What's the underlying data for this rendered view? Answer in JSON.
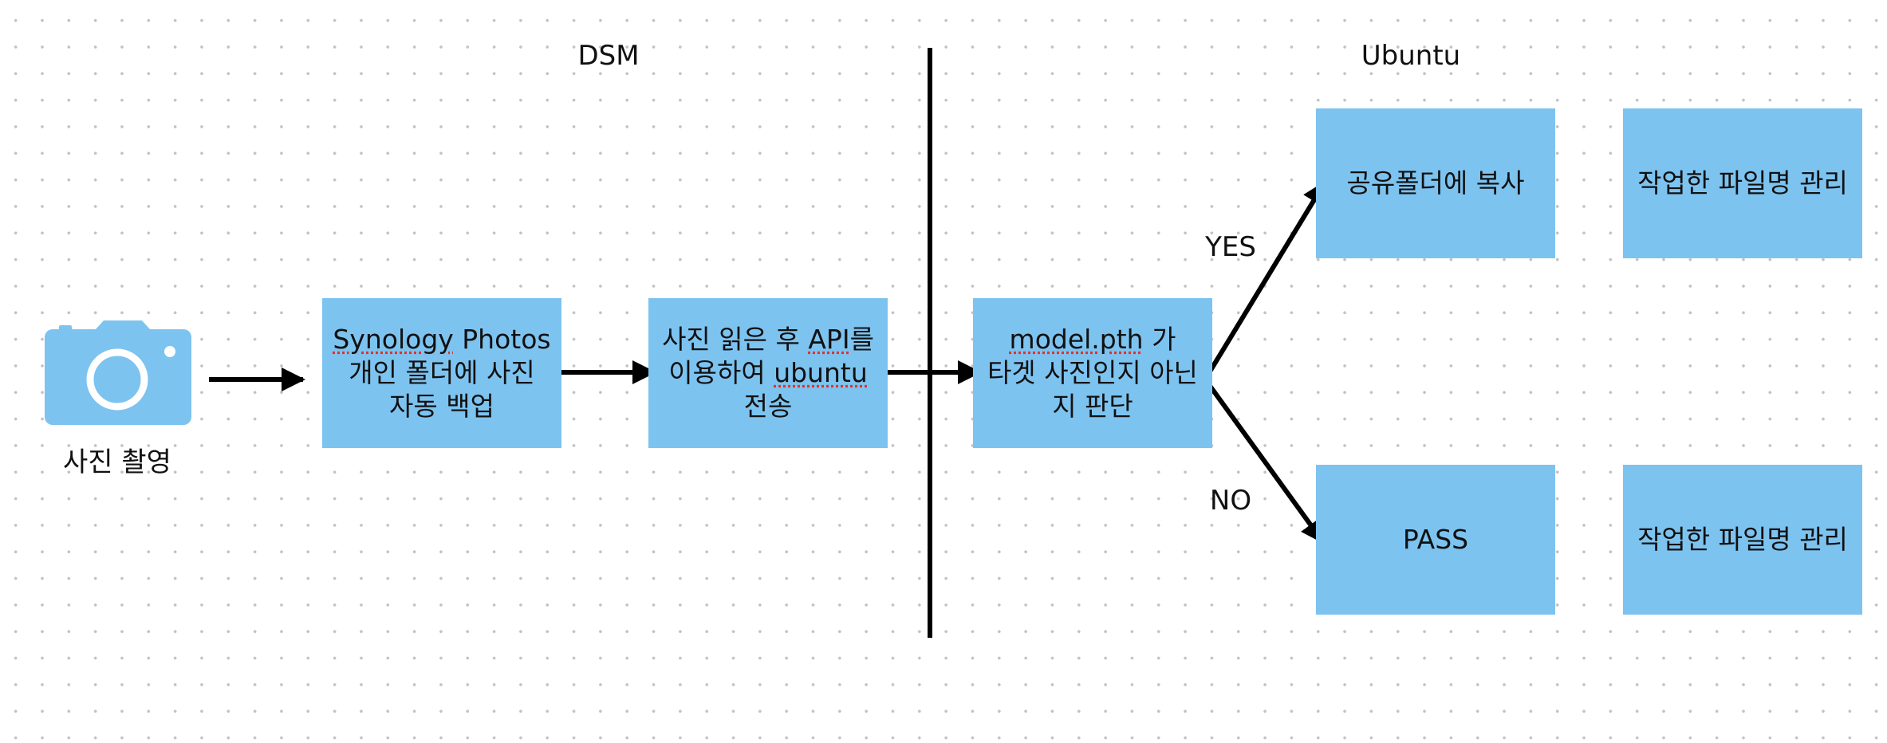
{
  "colors": {
    "box": "#7dc3f0",
    "line": "#000000",
    "camera": "#7dc3f0"
  },
  "icons": {
    "camera": "camera-icon"
  },
  "sections": {
    "left": "DSM",
    "right": "Ubuntu"
  },
  "camera_label": "사진 촬영",
  "boxes": {
    "backup": {
      "line1_word": "Synology",
      "line1_rest": " Photos",
      "line2": "개인 폴더에 사진",
      "line3": "자동 백업"
    },
    "api": {
      "line1_pre": "사진 읽은 후 ",
      "line1_word": "API",
      "line1_post": "를",
      "line2_pre": "이용하여 ",
      "line2_word": "ubuntu",
      "line3": "전송"
    },
    "model": {
      "line1_word": "model.pth",
      "line1_rest": " 가",
      "line2": "타겟 사진인지 아닌",
      "line3": "지 판단"
    },
    "copy": "공유폴더에 복사",
    "pass": "PASS",
    "manage_top": "작업한 파일명 관리",
    "manage_bottom": "작업한 파일명 관리"
  },
  "branches": {
    "yes": "YES",
    "no": "NO"
  }
}
